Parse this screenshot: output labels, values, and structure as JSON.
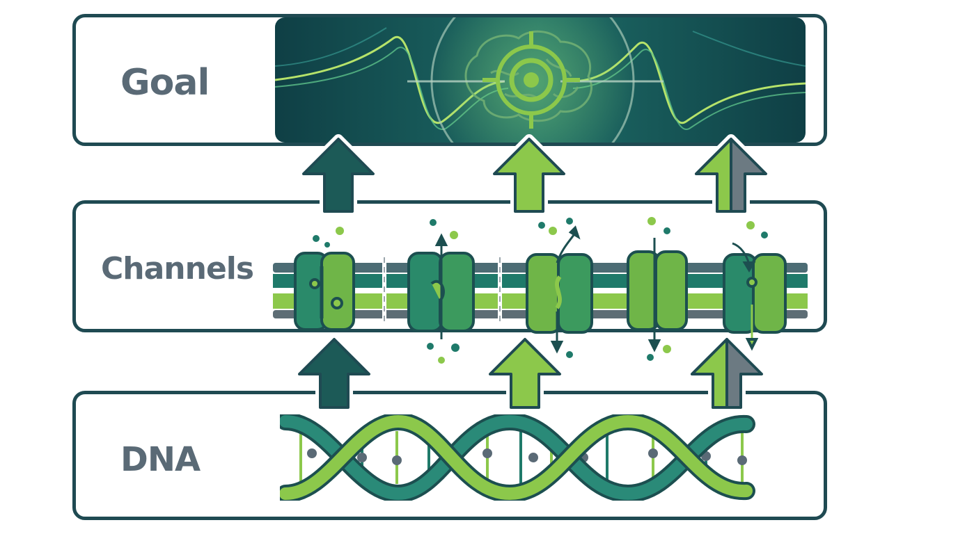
{
  "tiers": {
    "goal": {
      "label": "Goal"
    },
    "channels": {
      "label": "Channels"
    },
    "dna": {
      "label": "DNA"
    }
  },
  "colors": {
    "frame": "#1f4a52",
    "label": "#5a6a76",
    "teal": "#1f7a6a",
    "dark_teal": "#1c5a57",
    "green": "#8cc84b",
    "gray": "#6c7a82"
  },
  "icons": [
    "brain-icon",
    "target-icon",
    "ion-channel-icon",
    "dna-helix-icon",
    "up-arrow-icon"
  ]
}
